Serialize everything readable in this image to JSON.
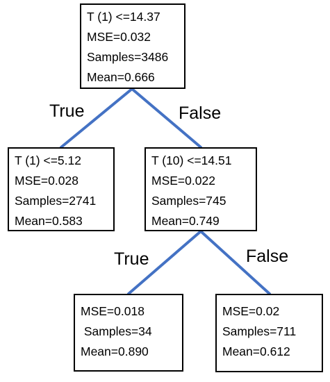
{
  "colors": {
    "edge": "#4472C4",
    "border": "#000000",
    "text": "#000000"
  },
  "nodes": {
    "root": {
      "lines": [
        "T (1) <=14.37",
        "MSE=0.032",
        "Samples=3486",
        "Mean=0.666"
      ]
    },
    "left": {
      "lines": [
        "T (1) <=5.12",
        "MSE=0.028",
        "Samples=2741",
        "Mean=0.583"
      ]
    },
    "right": {
      "lines": [
        "T (10) <=14.51",
        "MSE=0.022",
        "Samples=745",
        "Mean=0.749"
      ]
    },
    "right_left": {
      "lines": [
        "MSE=0.018",
        " Samples=34",
        "Mean=0.890"
      ]
    },
    "right_right": {
      "lines": [
        "MSE=0.02",
        "Samples=711",
        "Mean=0.612"
      ]
    }
  },
  "edge_labels": {
    "root_true": "True",
    "root_false": "False",
    "right_true": "True",
    "right_false": "False"
  }
}
